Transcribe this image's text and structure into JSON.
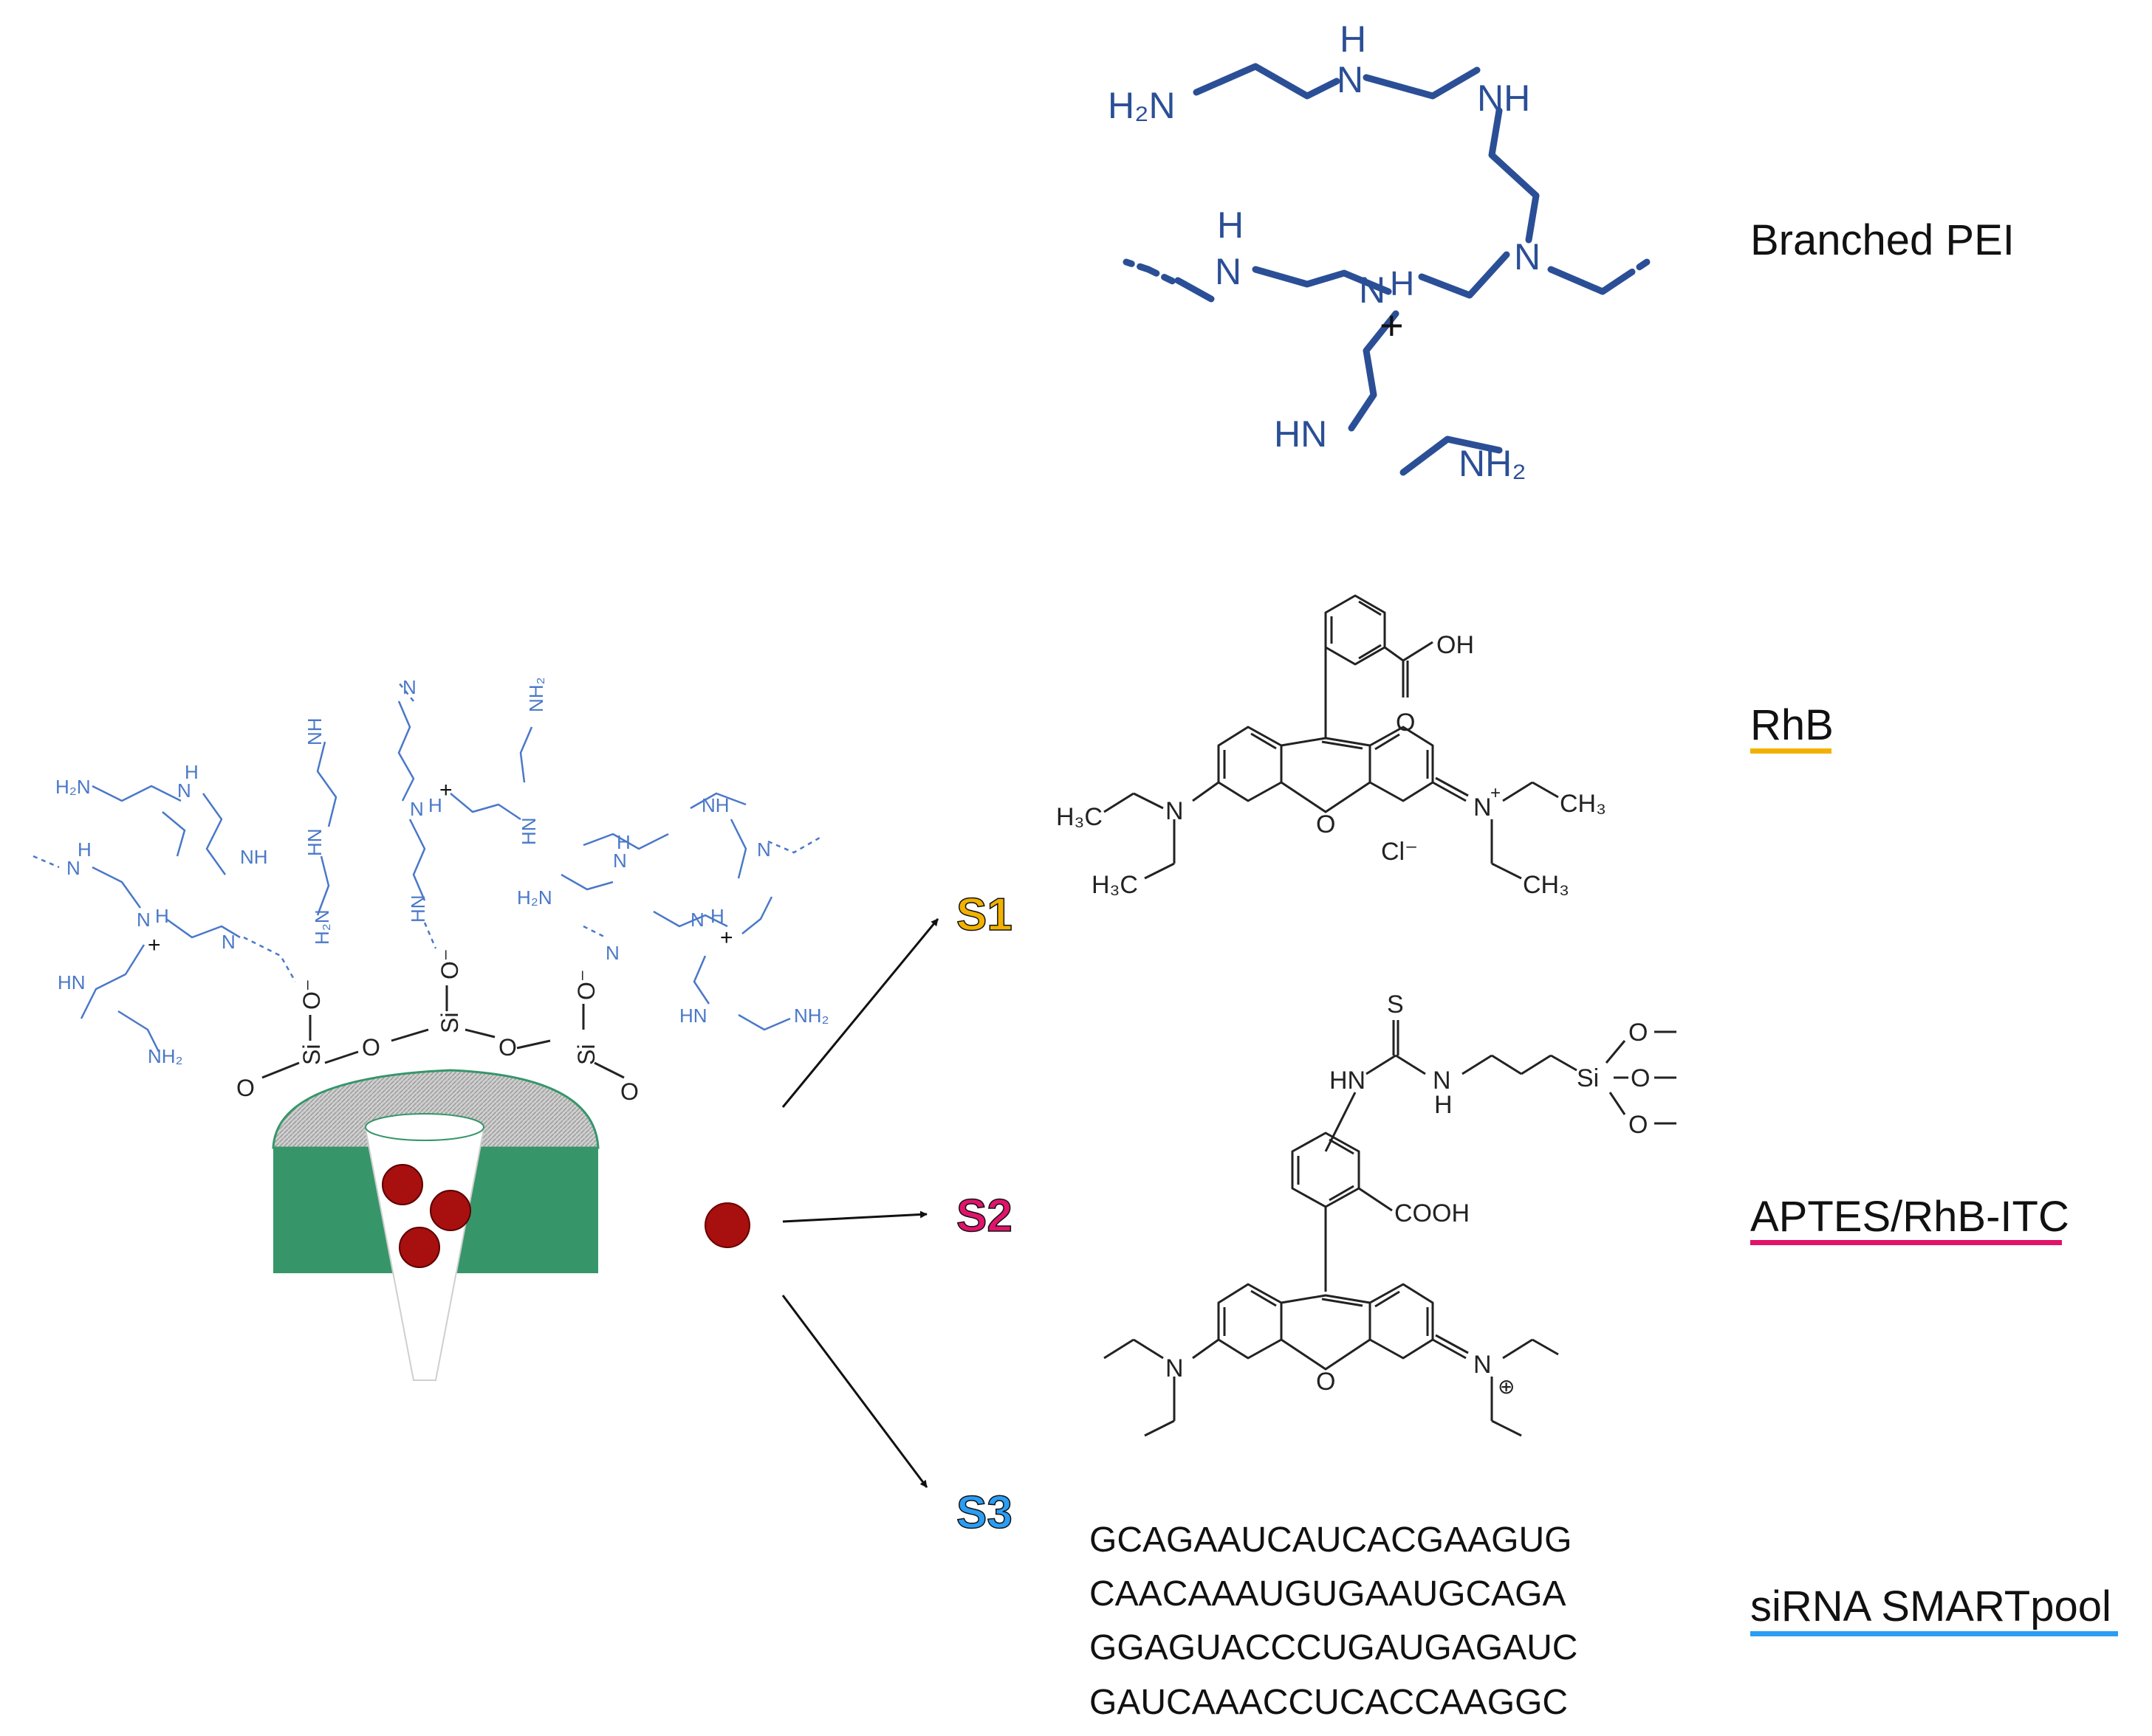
{
  "colors": {
    "pei": "#2b4f96",
    "pei_light": "#4a78c8",
    "ink": "#111111",
    "s1": "#f2b100",
    "s2": "#e0146a",
    "s3": "#2a9df4",
    "particle_green": "#36966a",
    "particle_cap": "#d7d7d7",
    "dye_red": "#a80f0f"
  },
  "labels": {
    "branched_pei": "Branched PEI",
    "rhb": "RhB",
    "aptes": "APTES/RhB-ITC",
    "sirna": "siRNA SMARTpool",
    "s1": "S1",
    "s2": "S2",
    "s3": "S3"
  },
  "sirna_sequences": [
    "GCAGAAUCAUCACGAAGUG",
    "CAACAAAUGUGAAUGCAGA",
    "GGAGUACCCUGAUGAGAUC",
    "GAUCAAACCUCACCAAGGC"
  ],
  "pei_structure": {
    "h2n": "H₂N",
    "nh_top": "N",
    "h_top": "H",
    "nh_right": "NH",
    "n_branch": "N",
    "hn_left": "N",
    "h_left": "H",
    "n_center": "N",
    "h_center": "H",
    "plus": "+",
    "hn_bottom": "HN",
    "nh2": "NH₂"
  },
  "rhb_structure": {
    "oh": "OH",
    "o_carbonyl": "O",
    "o_ring": "O",
    "h3c_top": "H₃C",
    "h3c_bottom": "H₃C",
    "n_left": "N",
    "n_right": "N",
    "plus": "+",
    "ch3_top": "CH₃",
    "ch3_bottom": "CH₃",
    "cl": "Cl⁻"
  },
  "aptes_structure": {
    "s": "S",
    "hn": "HN",
    "nh": "N",
    "h": "H",
    "si": "Si",
    "o1": "O",
    "o2": "O",
    "o3": "O",
    "cooh": "COOH",
    "o_ring": "O",
    "n_left": "N",
    "n_right": "N",
    "plus": "⊕"
  },
  "surface": {
    "si": "Si",
    "o": "O",
    "o_minus": "O⁻",
    "amine_h2n": "H₂N",
    "amine_nh2": "NH₂",
    "amine_nh": "NH",
    "amine_hn": "HN",
    "amine_n": "N",
    "amine_h": "H",
    "plus": "+"
  }
}
